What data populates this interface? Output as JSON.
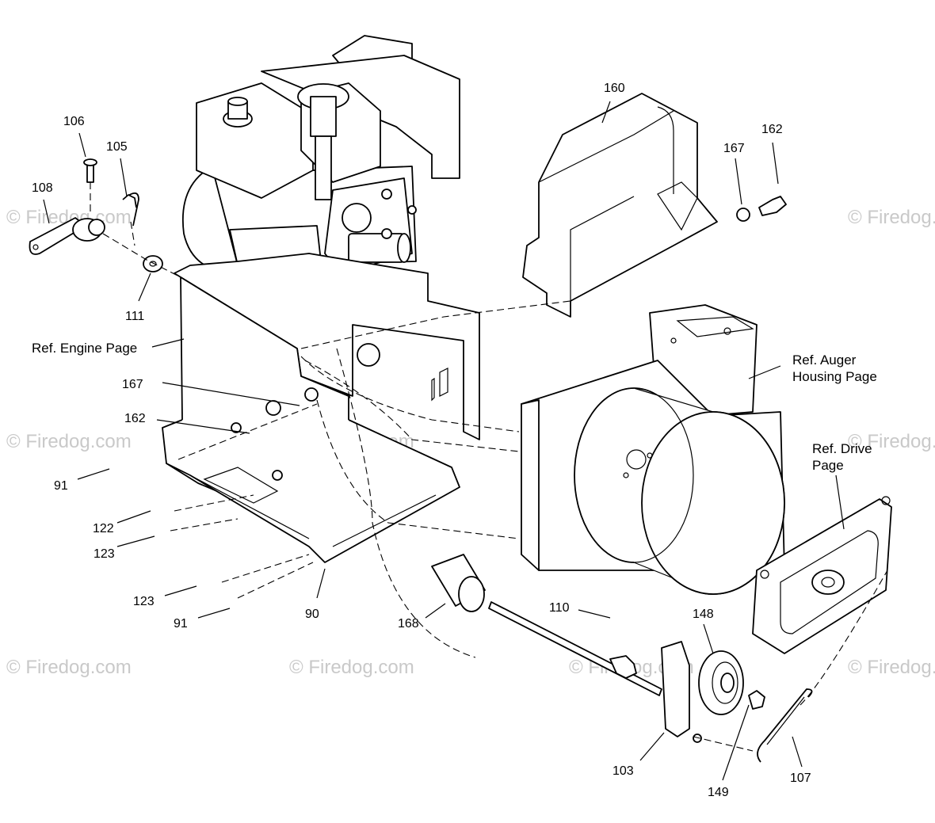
{
  "watermark": {
    "text": "© Firedog.com"
  },
  "callouts": [
    {
      "id": "c106",
      "label": "106"
    },
    {
      "id": "c105",
      "label": "105"
    },
    {
      "id": "c108",
      "label": "108"
    },
    {
      "id": "c111",
      "label": "111"
    },
    {
      "id": "c160",
      "label": "160"
    },
    {
      "id": "c167a",
      "label": "167"
    },
    {
      "id": "c162a",
      "label": "162"
    },
    {
      "id": "c167b",
      "label": "167"
    },
    {
      "id": "c162b",
      "label": "162"
    },
    {
      "id": "c91a",
      "label": "91"
    },
    {
      "id": "c122",
      "label": "122"
    },
    {
      "id": "c123a",
      "label": "123"
    },
    {
      "id": "c123b",
      "label": "123"
    },
    {
      "id": "c91b",
      "label": "91"
    },
    {
      "id": "c90",
      "label": "90"
    },
    {
      "id": "c168",
      "label": "168"
    },
    {
      "id": "c110",
      "label": "110"
    },
    {
      "id": "c148",
      "label": "148"
    },
    {
      "id": "c103",
      "label": "103"
    },
    {
      "id": "c149",
      "label": "149"
    },
    {
      "id": "c107",
      "label": "107"
    }
  ],
  "references": {
    "engine": "Ref. Engine Page",
    "auger_line1": "Ref. Auger",
    "auger_line2": "Housing Page",
    "drive_line1": "Ref. Drive",
    "drive_line2": "Page"
  }
}
